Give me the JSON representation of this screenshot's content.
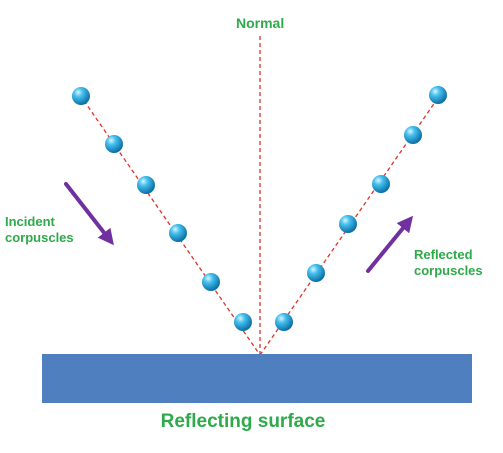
{
  "labels": {
    "normal": "Normal",
    "incident_line1": "Incident",
    "incident_line2": "corpuscles",
    "reflected_line1": "Reflected",
    "reflected_line2": "corpuscles",
    "surface": "Reflecting surface"
  },
  "colors": {
    "label_text": "#2eaa4a",
    "ray_line": "#e0302a",
    "surface_fill": "#4f7fbf",
    "arrow": "#7030a0",
    "corpuscle": "#1e9fd8"
  },
  "incident_corpuscle_count": 6,
  "reflected_corpuscle_count": 6
}
